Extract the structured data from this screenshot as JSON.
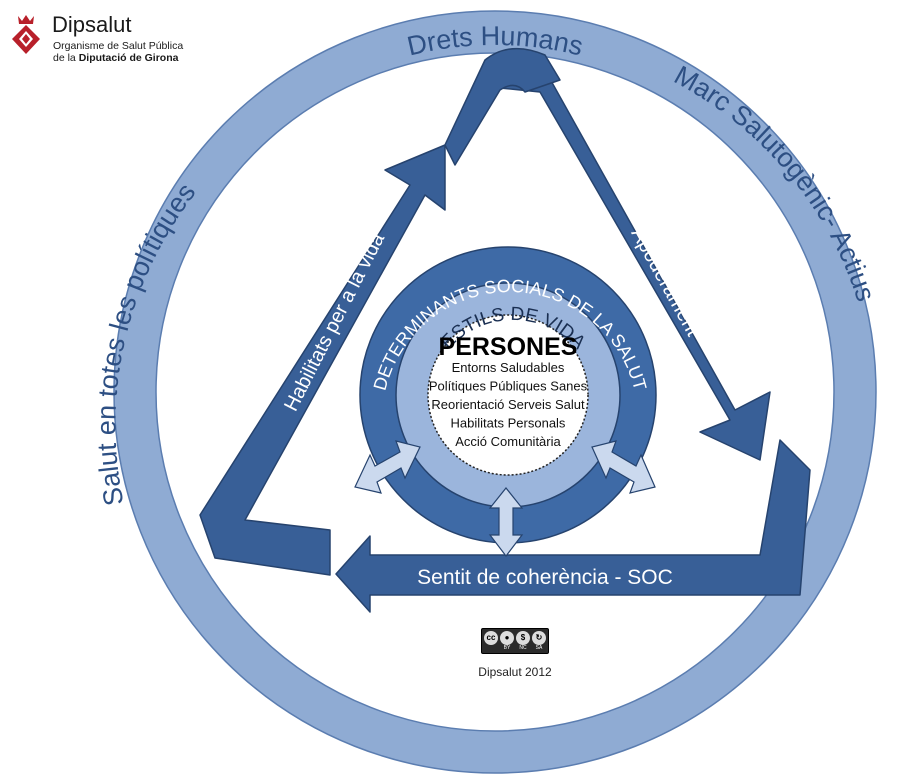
{
  "logo": {
    "name": "Dipsalut",
    "line1": "Organisme de Salut Pública",
    "line2_prefix": "de la ",
    "line2_bold": "Diputació de Girona"
  },
  "outer_ring": {
    "top": "Drets Humans",
    "left": "Salut en totes les polítiques",
    "right": "Marc Salutogènic- Actius"
  },
  "triangle": {
    "left_arrow": "Habilitats per a la vida",
    "right_arrow": "Apoderament",
    "bottom_arrow": "Sentit de coherència - SOC"
  },
  "rings": {
    "dark_ring": "DETERMINANTS SOCIALS DE LA SALUT",
    "light_ring": "ESTILS DE VIDA"
  },
  "center": {
    "title": "PERSONES",
    "items": [
      "Entorns Saludables",
      "Polítiques Públiques Sanes",
      "Reorientació Serveis Salut",
      "Habilitats Personals",
      "Acció Comunitària"
    ]
  },
  "license": {
    "badge": [
      "cc",
      "BY",
      "NC",
      "SA"
    ],
    "credit": "Dipsalut 2012"
  },
  "colors": {
    "outer_ring": "#8fabd3",
    "outer_ring_stroke": "#5b7db0",
    "triangle": "#385f97",
    "triangle_stroke": "#26436e",
    "dark_ring": "#3e6aa6",
    "light_ring": "#9bb5dc",
    "center": "#ffffff",
    "arrow_light": "#cbd9ee",
    "logo_red": "#b8202a"
  }
}
